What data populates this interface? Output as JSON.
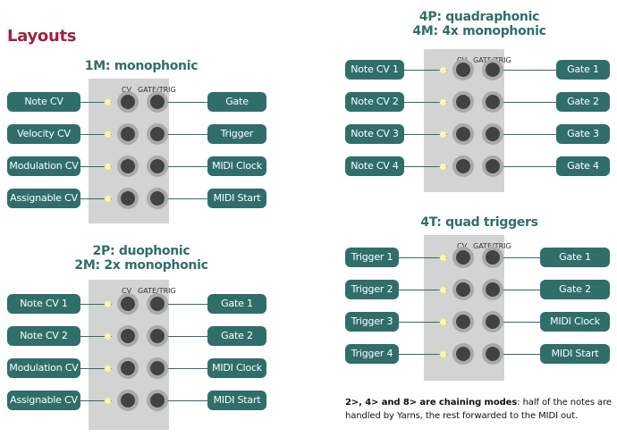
{
  "page_title": "Layouts",
  "column_headers": {
    "cv": "CV",
    "gate": "GATE/TRIG"
  },
  "blocks": [
    {
      "title_lines": [
        "1M: monophonic"
      ],
      "rows": [
        {
          "left": "Note CV",
          "right": "Gate"
        },
        {
          "left": "Velocity CV",
          "right": "Trigger"
        },
        {
          "left": "Modulation CV",
          "right": "MIDI Clock"
        },
        {
          "left": "Assignable CV",
          "right": "MIDI Start"
        }
      ]
    },
    {
      "title_lines": [
        "2P: duophonic",
        "2M: 2x monophonic"
      ],
      "rows": [
        {
          "left": "Note CV 1",
          "right": "Gate 1"
        },
        {
          "left": "Note CV 2",
          "right": "Gate 2"
        },
        {
          "left": "Modulation CV",
          "right": "MIDI Clock"
        },
        {
          "left": "Assignable CV",
          "right": "MIDI Start"
        }
      ]
    },
    {
      "title_lines": [
        "4P: quadraphonic",
        "4M: 4x monophonic"
      ],
      "rows": [
        {
          "left": "Note CV 1",
          "right": "Gate 1"
        },
        {
          "left": "Note CV 2",
          "right": "Gate 2"
        },
        {
          "left": "Note CV 3",
          "right": "Gate 3"
        },
        {
          "left": "Note CV 4",
          "right": "Gate 4"
        }
      ]
    },
    {
      "title_lines": [
        "4T: quad triggers"
      ],
      "rows": [
        {
          "left": "Trigger 1",
          "right": "Gate 1"
        },
        {
          "left": "Trigger 2",
          "right": "Gate 2"
        },
        {
          "left": "Trigger 3",
          "right": "MIDI Clock"
        },
        {
          "left": "Trigger 4",
          "right": "MIDI Start"
        }
      ]
    }
  ],
  "footnote": {
    "bold": "2>, 4> and 8> are chaining modes",
    "rest": ": half of the notes are handled by Yarns, the rest forwarded to the MIDI out."
  },
  "colors": {
    "heading": "#9b2242",
    "accent": "#2f6e6b",
    "panel": "#d2d3d3",
    "led": "#fbf8a6"
  }
}
